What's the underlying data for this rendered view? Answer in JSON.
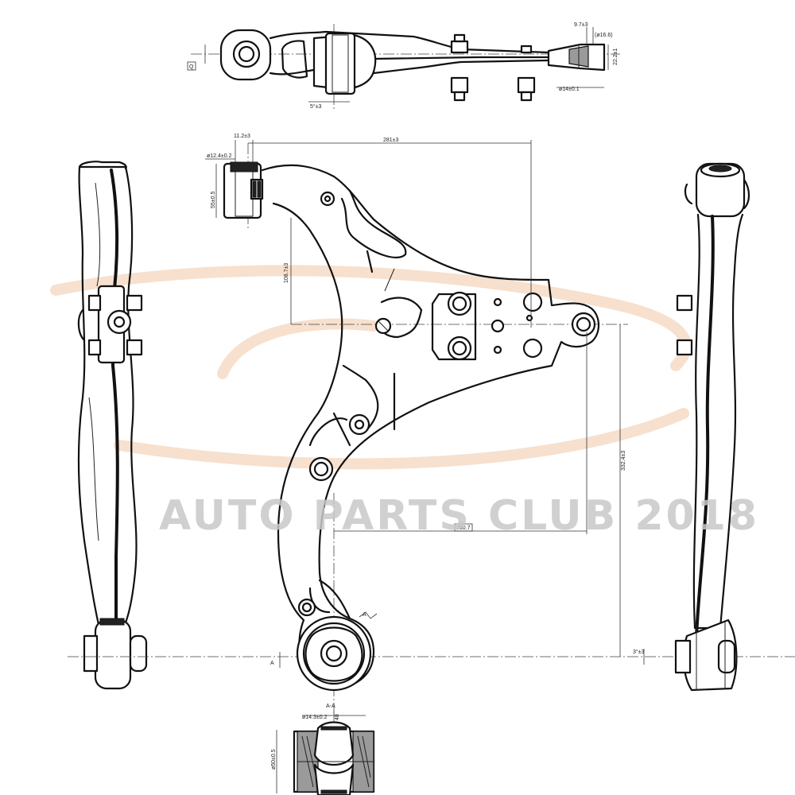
{
  "watermark": {
    "text": "AUTO PARTS CLUB 2018",
    "swoosh_color": "#f1c7a6"
  },
  "dimensions": {
    "top_ball_offset": "9.7±3",
    "top_stud_dia": "(ø16.6)",
    "top_height": "22.2±1",
    "top_hole_dia": "ø14±0.1",
    "top_bush_offset": "5°±3",
    "top_left_box": "Q",
    "front_bush_width": "11.2±3",
    "front_bush_id": "ø12.4±0.2",
    "front_bush_len": "55±0.5",
    "length_281": "281±3",
    "vertical_108": "108.7±3",
    "length_332": "332.4±3",
    "length_250": "250.7",
    "rear_offset": "3°±3",
    "section_label": "A-A",
    "section_mark": "A",
    "section_mark_arrow": "A",
    "rear_bush_id": "ø14.3±0.2",
    "rear_bush_od": "ø50±0.5",
    "rear_bush_h": "48"
  }
}
